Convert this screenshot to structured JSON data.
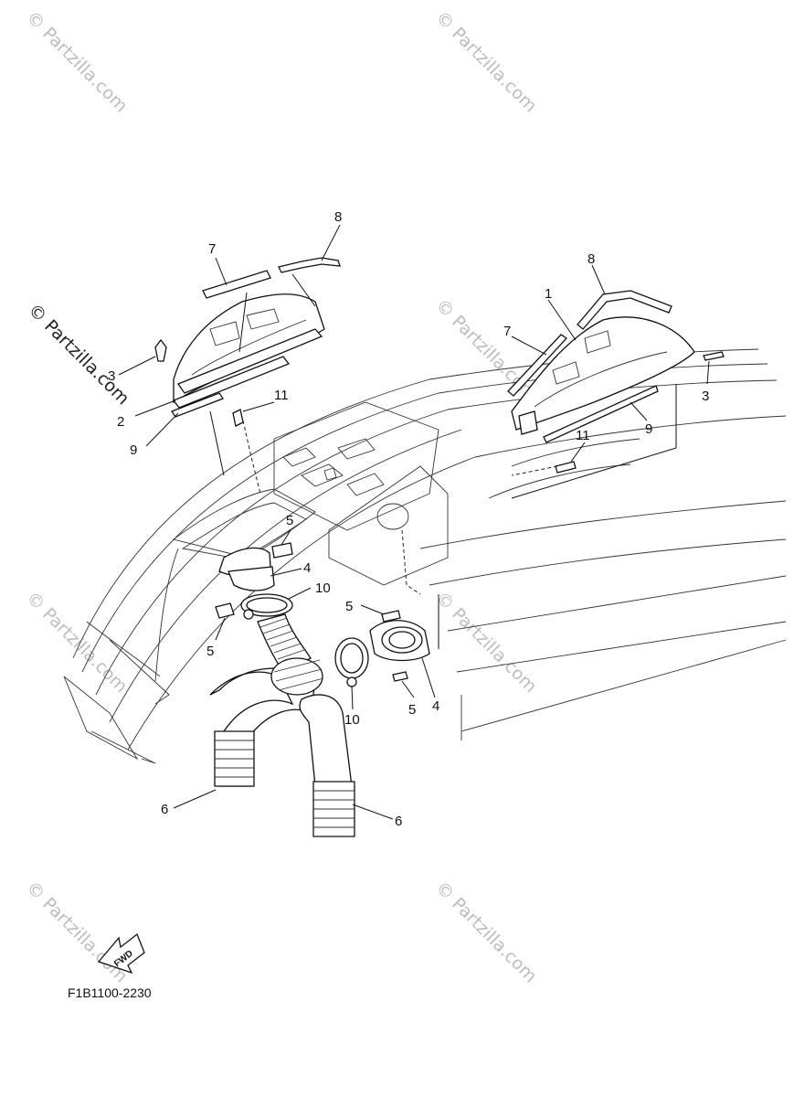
{
  "watermark": "© Partzilla.com",
  "diagram_code": "F1B1100-2230",
  "fwd_label": "FWD",
  "callouts": {
    "c1": "1",
    "c2": "2",
    "c3": "3",
    "c4a": "4",
    "c4b": "4",
    "c5a": "5",
    "c5b": "5",
    "c5c": "5",
    "c5d": "5",
    "c6a": "6",
    "c6b": "6",
    "c7a": "7",
    "c7b": "7",
    "c8a": "8",
    "c8b": "8",
    "c9a": "9",
    "c9b": "9",
    "c10a": "10",
    "c10b": "10",
    "c11a": "11",
    "c11b": "11"
  }
}
